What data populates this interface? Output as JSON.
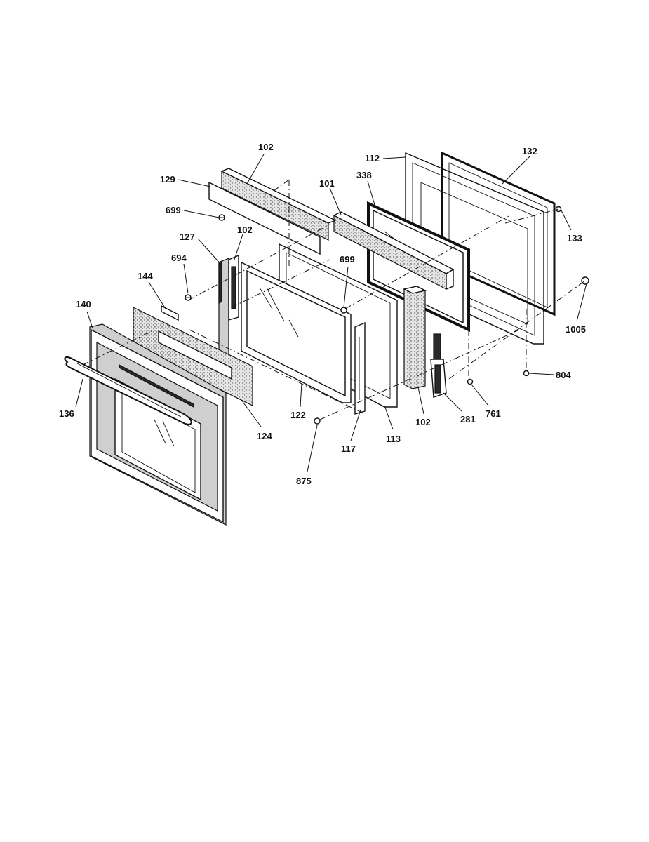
{
  "diagram": {
    "callouts": {
      "c102_top": "102",
      "c129": "129",
      "c699_left": "699",
      "c101": "101",
      "c338": "338",
      "c112": "112",
      "c132": "132",
      "c133": "133",
      "c127": "127",
      "c102_mid": "102",
      "c694": "694",
      "c144": "144",
      "c699_mid": "699",
      "c140": "140",
      "c1005": "1005",
      "c136": "136",
      "c124": "124",
      "c122": "122",
      "c875": "875",
      "c117": "117",
      "c113": "113",
      "c102_right": "102",
      "c281": "281",
      "c761": "761",
      "c804": "804"
    }
  }
}
